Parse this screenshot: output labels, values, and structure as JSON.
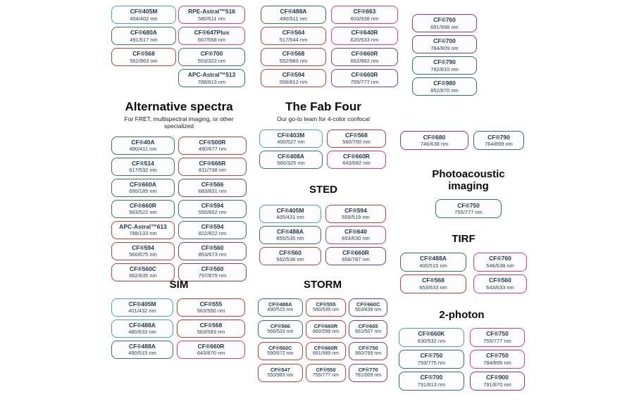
{
  "colors": {
    "blue": "#3FA0DB",
    "green": "#2E7D4E",
    "teal": "#2A7471",
    "red": "#D63832",
    "pink": "#E63689",
    "purple": "#7C3B97",
    "magenta": "#A12B94"
  },
  "chart_data": {
    "type": "table",
    "sections": {
      "top": {
        "columns": [
          [
            {
              "name": "CF®405M",
              "value": "404/402 nm",
              "color": "blue"
            },
            {
              "name": "CF®680A",
              "value": "491/517 nm",
              "color": "green"
            },
            {
              "name": "CF®568",
              "value": "562/963 nm",
              "color": "red"
            }
          ],
          [
            {
              "name": "RPE-Astral™516",
              "value": "580/611 nm",
              "color": "pink"
            },
            {
              "name": "CF®647Plus",
              "value": "667/558 nm",
              "color": "pink"
            },
            {
              "name": "CF®700",
              "value": "553/322 nm",
              "color": "teal"
            },
            {
              "name": "APC-Astral™513",
              "value": "788/613 nm",
              "color": "teal"
            }
          ],
          [
            {
              "name": "CF®488A",
              "value": "490/511 nm",
              "color": "green"
            },
            {
              "name": "CF®564",
              "value": "517/544 nm",
              "color": "red"
            },
            {
              "name": "CF®568",
              "value": "552/983 nm",
              "color": "red"
            },
            {
              "name": "CF®594",
              "value": "556/812 nm",
              "color": "red"
            }
          ],
          [
            {
              "name": "CF®663",
              "value": "603/938 nm",
              "color": "pink"
            },
            {
              "name": "CF®640R",
              "value": "620/533 nm",
              "color": "pink"
            },
            {
              "name": "CF®660R",
              "value": "662/882 nm",
              "color": "purple"
            },
            {
              "name": "CF®660R",
              "value": "755/777 nm",
              "color": "purple"
            }
          ],
          [
            {
              "name": "CF®760",
              "value": "681/998 nm",
              "color": "magenta"
            },
            {
              "name": "CF®700",
              "value": "784/809 nm",
              "color": "magenta"
            },
            {
              "name": "CF®790",
              "value": "792/810 nm",
              "color": "teal"
            },
            {
              "name": "CF®980",
              "value": "852/870 nm",
              "color": "teal"
            }
          ]
        ]
      },
      "alt": {
        "title": "Alternative spectra",
        "subtitle": "For FRET, multispectral imaging, or other specialized",
        "columns": [
          [
            {
              "name": "CF®40A",
              "value": "490/411 nm",
              "color": "green"
            },
            {
              "name": "CF®514",
              "value": "617/532 nm",
              "color": "green"
            },
            {
              "name": "CF®660A",
              "value": "690/185 nm",
              "color": "green"
            },
            {
              "name": "CF®660R",
              "value": "563/522 nm",
              "color": "green"
            },
            {
              "name": "APC-Astral™613",
              "value": "788/133 nm",
              "color": "red"
            },
            {
              "name": "CF®594",
              "value": "560/675 nm",
              "color": "red"
            },
            {
              "name": "CF®560C",
              "value": "662/635 nm",
              "color": "red"
            }
          ],
          [
            {
              "name": "CF®500R",
              "value": "490/677 nm",
              "color": "red"
            },
            {
              "name": "CF®666R",
              "value": "811/738 nm",
              "color": "red"
            },
            {
              "name": "CF®566",
              "value": "683/831 nm",
              "color": "purple"
            },
            {
              "name": "CF®594",
              "value": "555/852 nm",
              "color": "teal"
            },
            {
              "name": "CF®594",
              "value": "822/822 nm",
              "color": "teal"
            },
            {
              "name": "CF®560",
              "value": "853/673 nm",
              "color": "purple"
            },
            {
              "name": "CF®560",
              "value": "797/879 nm",
              "color": "purple"
            }
          ]
        ]
      },
      "fab": {
        "title": "The Fab Four",
        "subtitle": "Our go-to team for 4-color confocal",
        "columns": [
          [
            {
              "name": "CF®403M",
              "value": "400/527 nm",
              "color": "blue"
            },
            {
              "name": "CF®408A",
              "value": "560/325 nm",
              "color": "green"
            }
          ],
          [
            {
              "name": "CF®568",
              "value": "560/760 nm",
              "color": "red"
            },
            {
              "name": "CF®660R",
              "value": "643/682 nm",
              "color": "pink"
            }
          ]
        ]
      },
      "sted": {
        "title": "STED",
        "columns": [
          [
            {
              "name": "CF®405M",
              "value": "400/431 nm",
              "color": "blue"
            },
            {
              "name": "CF®488A",
              "value": "855/535 nm",
              "color": "green"
            },
            {
              "name": "CF®560",
              "value": "562/538 nm",
              "color": "red"
            }
          ],
          [
            {
              "name": "CF®594",
              "value": "559/519 nm",
              "color": "red"
            },
            {
              "name": "CF®640",
              "value": "653/630 nm",
              "color": "pink"
            },
            {
              "name": "CF®660R",
              "value": "658/787 nm",
              "color": "purple"
            }
          ]
        ]
      },
      "sim": {
        "title": "SIM",
        "columns": [
          [
            {
              "name": "CF®405M",
              "value": "401/432 nm",
              "color": "blue"
            },
            {
              "name": "CF®488A",
              "value": "480/633 nm",
              "color": "blue"
            },
            {
              "name": "CF®488A",
              "value": "490/515 nm",
              "color": "green"
            }
          ],
          [
            {
              "name": "CF®555",
              "value": "563/550 nm",
              "color": "red"
            },
            {
              "name": "CF®568",
              "value": "563/583 nm",
              "color": "red"
            },
            {
              "name": "CF®660R",
              "value": "643/870 nm",
              "color": "pink"
            }
          ]
        ]
      },
      "storm": {
        "title": "STORM",
        "columns": [
          [
            {
              "name": "CF®488A",
              "value": "490/515 nm",
              "color": "green"
            },
            {
              "name": "CF®566",
              "value": "566/533 nm",
              "color": "teal"
            },
            {
              "name": "CF®560C",
              "value": "590/672 nm",
              "color": "red"
            },
            {
              "name": "CF®547",
              "value": "550/983 nm",
              "color": "red"
            }
          ],
          [
            {
              "name": "CF®555",
              "value": "560/539 nm",
              "color": "red"
            },
            {
              "name": "CF®660R",
              "value": "660/599 nm",
              "color": "red"
            },
            {
              "name": "CF®660R",
              "value": "661/999 nm",
              "color": "red"
            },
            {
              "name": "CF®550",
              "value": "755/777 nm",
              "color": "red"
            }
          ],
          [
            {
              "name": "CF®660C",
              "value": "663/839 nm",
              "color": "purple"
            },
            {
              "name": "CF®665",
              "value": "661/507 nm",
              "color": "purple"
            },
            {
              "name": "CF®750",
              "value": "660/799 nm",
              "color": "purple"
            },
            {
              "name": "CF®770",
              "value": "781/009 nm",
              "color": "purple"
            }
          ]
        ]
      },
      "pair": {
        "columns": [
          [
            {
              "name": "CF®680",
              "value": "746/638 nm",
              "color": "magenta"
            }
          ],
          [
            {
              "name": "CF®790",
              "value": "764/899 nm",
              "color": "teal"
            }
          ]
        ]
      },
      "photo": {
        "title": "Photoacoustic imaging",
        "columns": [
          [
            {
              "name": "CF®750",
              "value": "755/777 nm",
              "color": "teal"
            }
          ]
        ]
      },
      "tirf": {
        "title": "TIRF",
        "columns": [
          [
            {
              "name": "CF®488A",
              "value": "400/515 nm",
              "color": "green"
            },
            {
              "name": "CF®568",
              "value": "653/633 nm",
              "color": "red"
            }
          ],
          [
            {
              "name": "CF®760",
              "value": "546/638 nm",
              "color": "pink"
            },
            {
              "name": "CF®560",
              "value": "643/633 nm",
              "color": "pink"
            }
          ]
        ]
      },
      "photon": {
        "title": "2-photon",
        "columns": [
          [
            {
              "name": "CF®660K",
              "value": "630/532 nm",
              "color": "blue"
            },
            {
              "name": "CF®750",
              "value": "759/775 nm",
              "color": "teal"
            },
            {
              "name": "CF®700",
              "value": "791/813 nm",
              "color": "teal"
            }
          ],
          [
            {
              "name": "CF®750",
              "value": "755/777 nm",
              "color": "pink"
            },
            {
              "name": "CF®750",
              "value": "784/899 nm",
              "color": "pink"
            },
            {
              "name": "CF®900",
              "value": "791/870 nm",
              "color": "magenta"
            }
          ]
        ]
      }
    }
  }
}
